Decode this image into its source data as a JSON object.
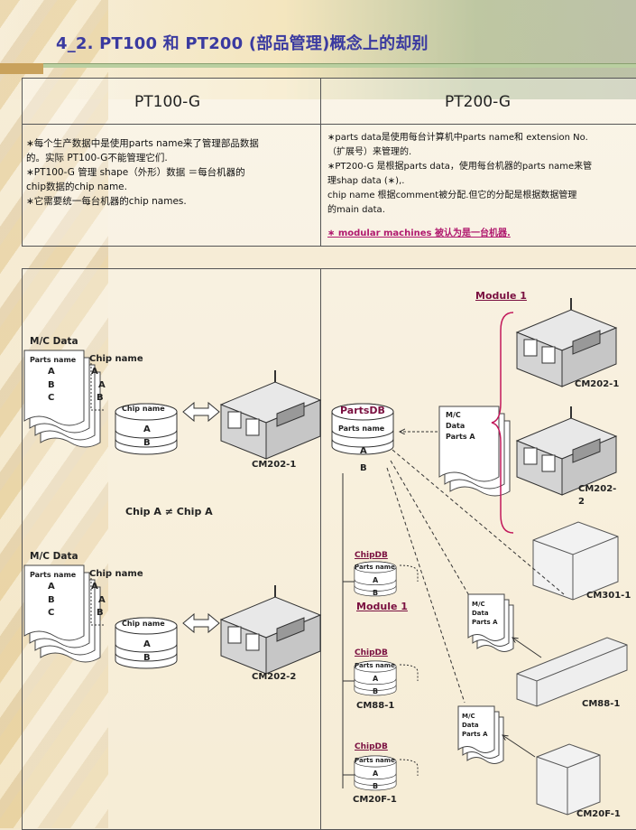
{
  "title": "4_2. PT100 和 PT200 (部品管理)概念上的却别",
  "table": {
    "left_header": "PT100-G",
    "right_header": "PT200-G",
    "left_lines": [
      "∗每个生产数据中是使用parts name来了管理部品数据",
      "  的。实际 PT100-G不能管理它们.",
      "∗PT100-G 管理 shape（外形）数据 ＝每台机器的",
      "  chip数据的chip name.",
      "∗它需要统一每台机器的chip names."
    ],
    "right_lines": [
      "∗parts data是使用每台计算机中parts name和 extension No.",
      "  （扩展号）来管理的.",
      "∗PT200-G 是根据parts data，使用每台机器的parts name来管",
      "  理shap data (∗),.",
      "  chip name 根据comment被分配.但它的分配是根据数据管理",
      "  的main data."
    ],
    "right_note": "∗  modular machines 被认为是一台机器."
  },
  "left_panel": {
    "mc_data": "M/C Data",
    "parts_name": "Parts name",
    "chip_name": "Chip name",
    "parts": [
      "A",
      "B",
      "C"
    ],
    "chips": [
      "A",
      "A",
      "B"
    ],
    "db_label": "Chip name",
    "db_rows": [
      "A",
      "B"
    ],
    "machine_top": "CM202-1",
    "machine_bottom": "CM202-2",
    "inequality": "Chip A ≠ Chip A"
  },
  "right_panel": {
    "module1_top": "Module 1",
    "module1_mid": "Module 1",
    "partsdb_title": "PartsDB",
    "partsdb_label": "Parts name",
    "partsdb_rows": [
      "A",
      "B"
    ],
    "mc_card": [
      "M/C",
      "Data",
      "Parts A"
    ],
    "chipdb_title": "ChipDB",
    "chipdb_label": "Parts name",
    "chipdb_rows": [
      "A",
      "B"
    ],
    "machines": [
      "CM202-1",
      "CM202-",
      "2",
      "CM301-1",
      "CM88-1",
      "CM20F-1"
    ],
    "db_captions": [
      "CM88-1",
      "CM20F-1"
    ]
  }
}
